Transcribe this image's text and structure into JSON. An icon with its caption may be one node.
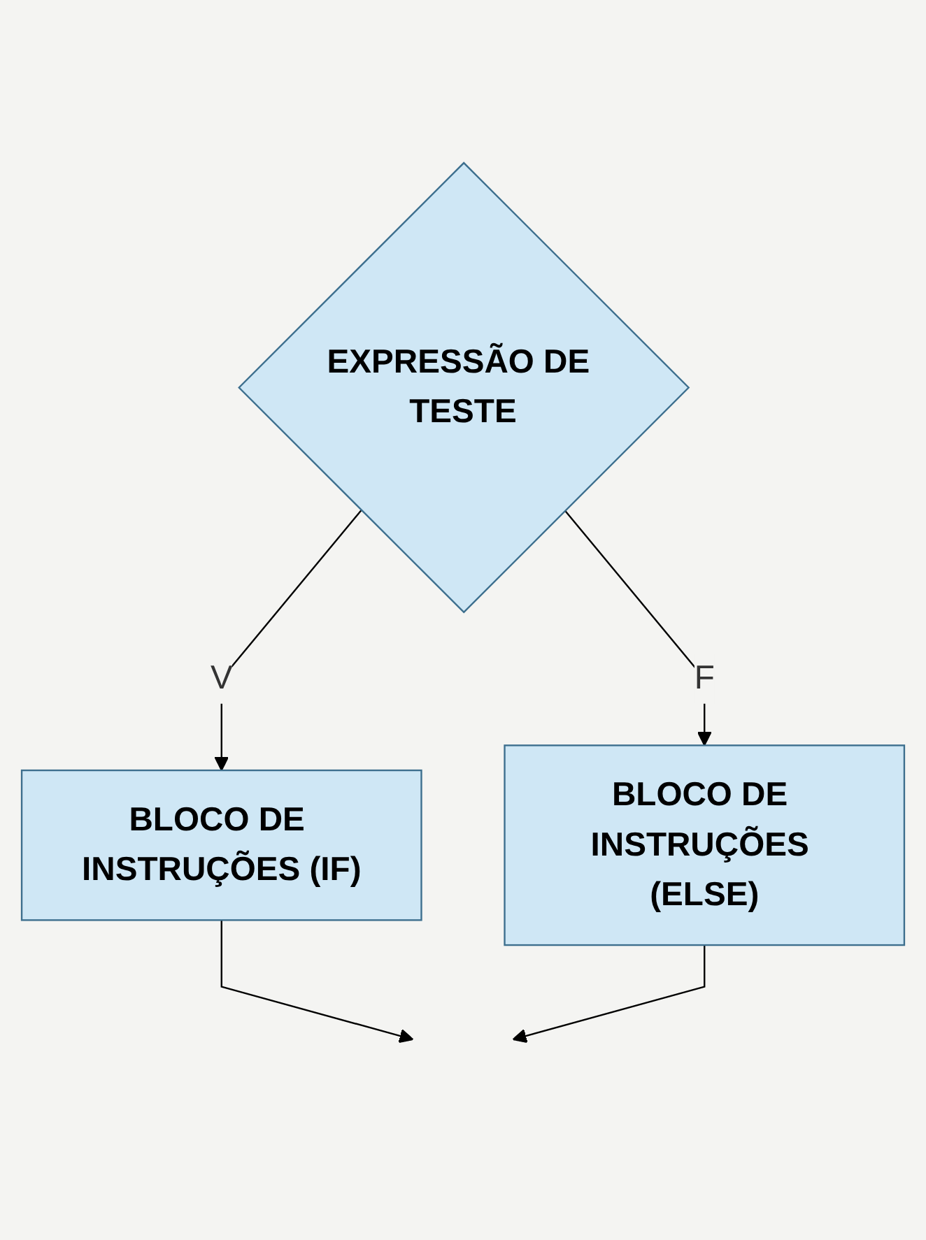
{
  "diagram": {
    "nodes": [
      {
        "text": [
          "EXPRESSÃO DE TESTE"
        ]
      },
      {
        "text": [
          "BLOCO DE INSTRUÇÕES (IF)"
        ]
      },
      {
        "text": [
          "BLOCO DE INSTRUÇÕES (ELSE)"
        ]
      }
    ],
    "edges": [
      {
        "from": 0,
        "to": 1,
        "label": "V",
        "arrow": "to"
      },
      {
        "from": 0,
        "to": 2,
        "label": "F",
        "arrow": "to"
      },
      {
        "from": 1,
        "to": null,
        "arrow": "to"
      },
      {
        "from": 2,
        "to": null,
        "arrow": "to"
      }
    ]
  }
}
